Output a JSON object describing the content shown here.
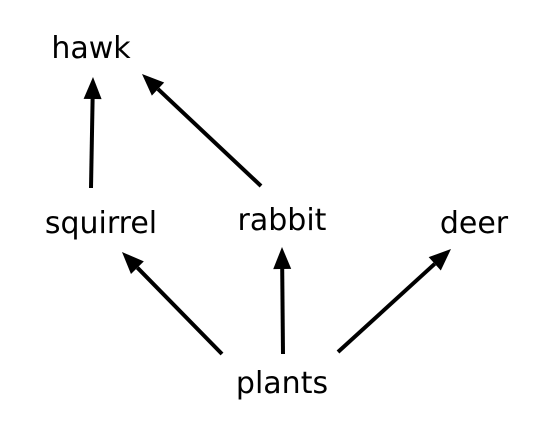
{
  "nodes": {
    "hawk": "hawk",
    "squirrel": "squirrel",
    "rabbit": "rabbit",
    "deer": "deer",
    "plants": "plants"
  },
  "arrows": [
    {
      "from": "squirrel",
      "to": "hawk"
    },
    {
      "from": "rabbit",
      "to": "hawk"
    },
    {
      "from": "plants",
      "to": "squirrel"
    },
    {
      "from": "plants",
      "to": "rabbit"
    },
    {
      "from": "plants",
      "to": "deer"
    }
  ],
  "colors": {
    "text": "#000000",
    "arrow": "#000000",
    "background": "#ffffff"
  }
}
